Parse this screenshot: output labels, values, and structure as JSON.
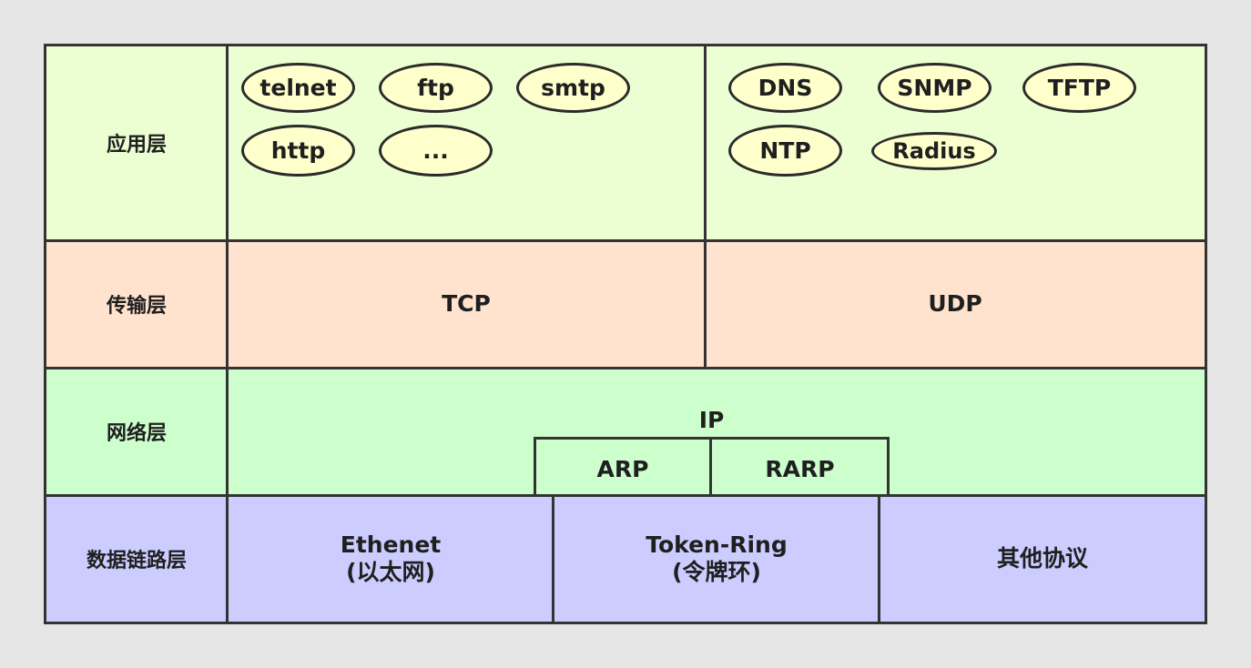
{
  "layers": {
    "application": "应用层",
    "transport": "传输层",
    "network": "网络层",
    "datalink": "数据链路层"
  },
  "application": {
    "tcp_protocols": [
      "telnet",
      "ftp",
      "smtp",
      "http",
      "..."
    ],
    "udp_protocols": [
      "DNS",
      "SNMP",
      "TFTP",
      "NTP",
      "Radius"
    ]
  },
  "transport": {
    "tcp": "TCP",
    "udp": "UDP"
  },
  "network": {
    "ip": "IP",
    "arp": "ARP",
    "rarp": "RARP"
  },
  "datalink": {
    "ethernet": "Ethenet",
    "ethernet_sub": "(以太网)",
    "token_ring": "Token-Ring",
    "token_ring_sub": "(令牌环)",
    "other": "其他协议"
  },
  "colors": {
    "application": "#ebffd2",
    "transport": "#ffe3ce",
    "network": "#ccffcc",
    "datalink": "#ccccff",
    "protocol_oval": "#ffffcc",
    "border": "#333333",
    "background": "#e6e6e6"
  }
}
